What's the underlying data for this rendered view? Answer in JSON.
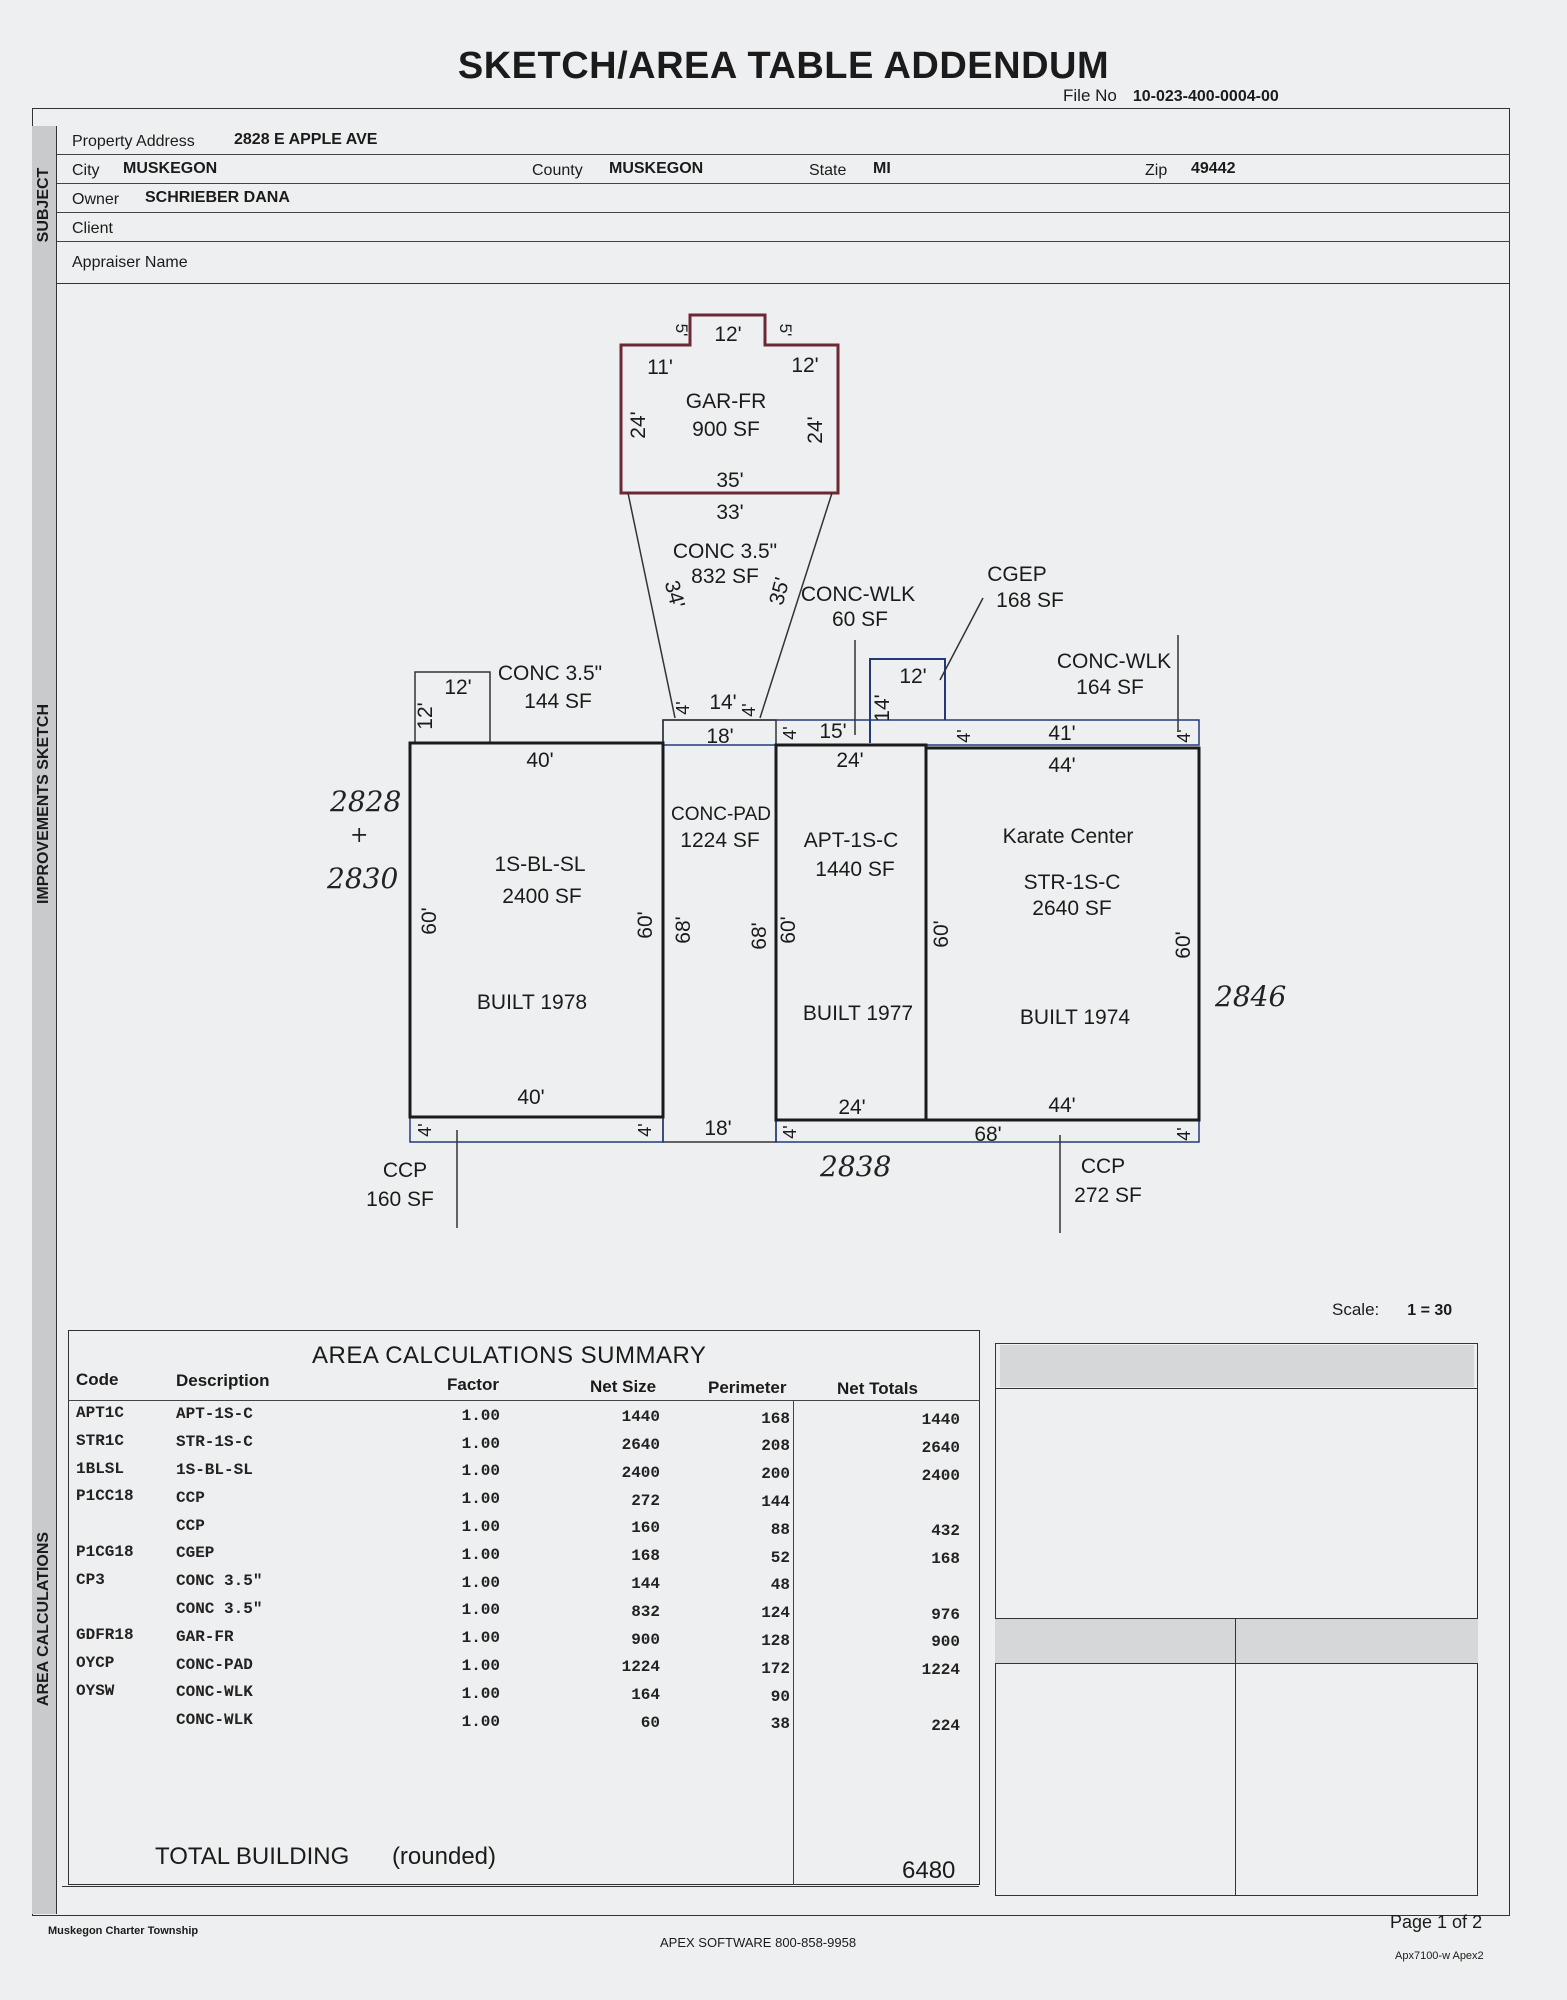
{
  "title": "SKETCH/AREA TABLE ADDENDUM",
  "file_no_label": "File No",
  "file_no": "10-023-400-0004-00",
  "sections": {
    "subject": "SUBJECT",
    "improvements": "IMPROVEMENTS SKETCH",
    "area_calculations": "AREA CALCULATIONS"
  },
  "subject": {
    "property_address_label": "Property Address",
    "property_address": "2828 E APPLE AVE",
    "city_label": "City",
    "city": "MUSKEGON",
    "county_label": "County",
    "county": "MUSKEGON",
    "state_label": "State",
    "state": "MI",
    "zip_label": "Zip",
    "zip": "49442",
    "owner_label": "Owner",
    "owner": "SCHRIEBER DANA",
    "client_label": "Client",
    "appraiser_label": "Appraiser Name"
  },
  "sketch": {
    "garage": {
      "name": "GAR-FR",
      "area": "900 SF",
      "dims": {
        "top": "12'",
        "notch_left": "5'",
        "notch_right": "5'",
        "upper_left": "11'",
        "upper_right": "12'",
        "left": "24'",
        "right": "24'",
        "bottom_in": "35'",
        "bottom_out": "33'"
      }
    },
    "conc_drive": {
      "name": "CONC 3.5\"",
      "area": "832 SF",
      "left": "34'",
      "right": "35'",
      "bottom": "14'",
      "b_left": "4'",
      "b_right": "4'"
    },
    "conc_small": {
      "name": "CONC 3.5\"",
      "area": "144 SF",
      "top": "12'",
      "side": "12'"
    },
    "walk_1": {
      "name": "CONC-WLK",
      "area": "60 SF",
      "side": "4'",
      "len": "15'"
    },
    "cgep": {
      "name": "CGEP",
      "area": "168 SF",
      "top": "12'",
      "side": "14'"
    },
    "walk_2": {
      "name": "CONC-WLK",
      "area": "164 SF",
      "side_l": "4'",
      "len": "41'",
      "side_r": "4'"
    },
    "unit_1": {
      "name": "1S-BL-SL",
      "area": "2400 SF",
      "built": "BUILT 1978",
      "top": "40'",
      "bottom": "40'",
      "left": "60'",
      "right": "60'"
    },
    "pad": {
      "name": "CONC-PAD",
      "area": "1224 SF",
      "top": "18'",
      "bottom": "18'",
      "left": "68'",
      "right": "68'"
    },
    "unit_2": {
      "name": "APT-1S-C",
      "area": "1440 SF",
      "built": "BUILT 1977",
      "top": "24'",
      "bottom": "24'",
      "left": "60'"
    },
    "unit_3": {
      "label": "Karate Center",
      "name": "STR-1S-C",
      "area": "2640 SF",
      "built": "BUILT 1974",
      "top": "44'",
      "bottom": "44'",
      "left": "60'",
      "right": "60'"
    },
    "ccp_1": {
      "name": "CCP",
      "area": "160 SF",
      "l": "4'",
      "r": "4'"
    },
    "ccp_2": {
      "name": "CCP",
      "area": "272 SF",
      "l": "4'",
      "len": "68'",
      "r": "4'"
    },
    "handwritten": {
      "a": "2828",
      "plus": "+",
      "b": "2830",
      "c": "2838",
      "d": "2846"
    }
  },
  "scale_label": "Scale:",
  "scale_value": "1 = 30",
  "area_calc": {
    "title": "AREA  CALCULATIONS  SUMMARY",
    "headers": {
      "code": "Code",
      "description": "Description",
      "factor": "Factor",
      "net_size": "Net Size",
      "perimeter": "Perimeter",
      "net_totals": "Net Totals"
    },
    "rows": [
      {
        "code": "APT1C",
        "desc": "APT-1S-C",
        "factor": "1.00",
        "size": "1440",
        "perim": "168",
        "total": "1440"
      },
      {
        "code": "STR1C",
        "desc": "STR-1S-C",
        "factor": "1.00",
        "size": "2640",
        "perim": "208",
        "total": "2640"
      },
      {
        "code": "1BLSL",
        "desc": "1S-BL-SL",
        "factor": "1.00",
        "size": "2400",
        "perim": "200",
        "total": "2400"
      },
      {
        "code": "P1CC18",
        "desc": "CCP",
        "factor": "1.00",
        "size": "272",
        "perim": "144",
        "total": ""
      },
      {
        "code": "",
        "desc": "CCP",
        "factor": "1.00",
        "size": "160",
        "perim": "88",
        "total": "432"
      },
      {
        "code": "P1CG18",
        "desc": "CGEP",
        "factor": "1.00",
        "size": "168",
        "perim": "52",
        "total": "168"
      },
      {
        "code": "CP3",
        "desc": "CONC 3.5\"",
        "factor": "1.00",
        "size": "144",
        "perim": "48",
        "total": ""
      },
      {
        "code": "",
        "desc": "CONC 3.5\"",
        "factor": "1.00",
        "size": "832",
        "perim": "124",
        "total": "976"
      },
      {
        "code": "GDFR18",
        "desc": "GAR-FR",
        "factor": "1.00",
        "size": "900",
        "perim": "128",
        "total": "900"
      },
      {
        "code": "OYCP",
        "desc": "CONC-PAD",
        "factor": "1.00",
        "size": "1224",
        "perim": "172",
        "total": "1224"
      },
      {
        "code": "OYSW",
        "desc": "CONC-WLK",
        "factor": "1.00",
        "size": "164",
        "perim": "90",
        "total": ""
      },
      {
        "code": "",
        "desc": "CONC-WLK",
        "factor": "1.00",
        "size": "60",
        "perim": "38",
        "total": "224"
      }
    ],
    "total_label": "TOTAL BUILDING",
    "total_note": "(rounded)",
    "total_value": "6480"
  },
  "footer": {
    "left": "Muskegon Charter Township",
    "center": "APEX SOFTWARE 800-858-9958",
    "page": "Page 1 of 2",
    "form": "Apx7100-w Apex2"
  }
}
